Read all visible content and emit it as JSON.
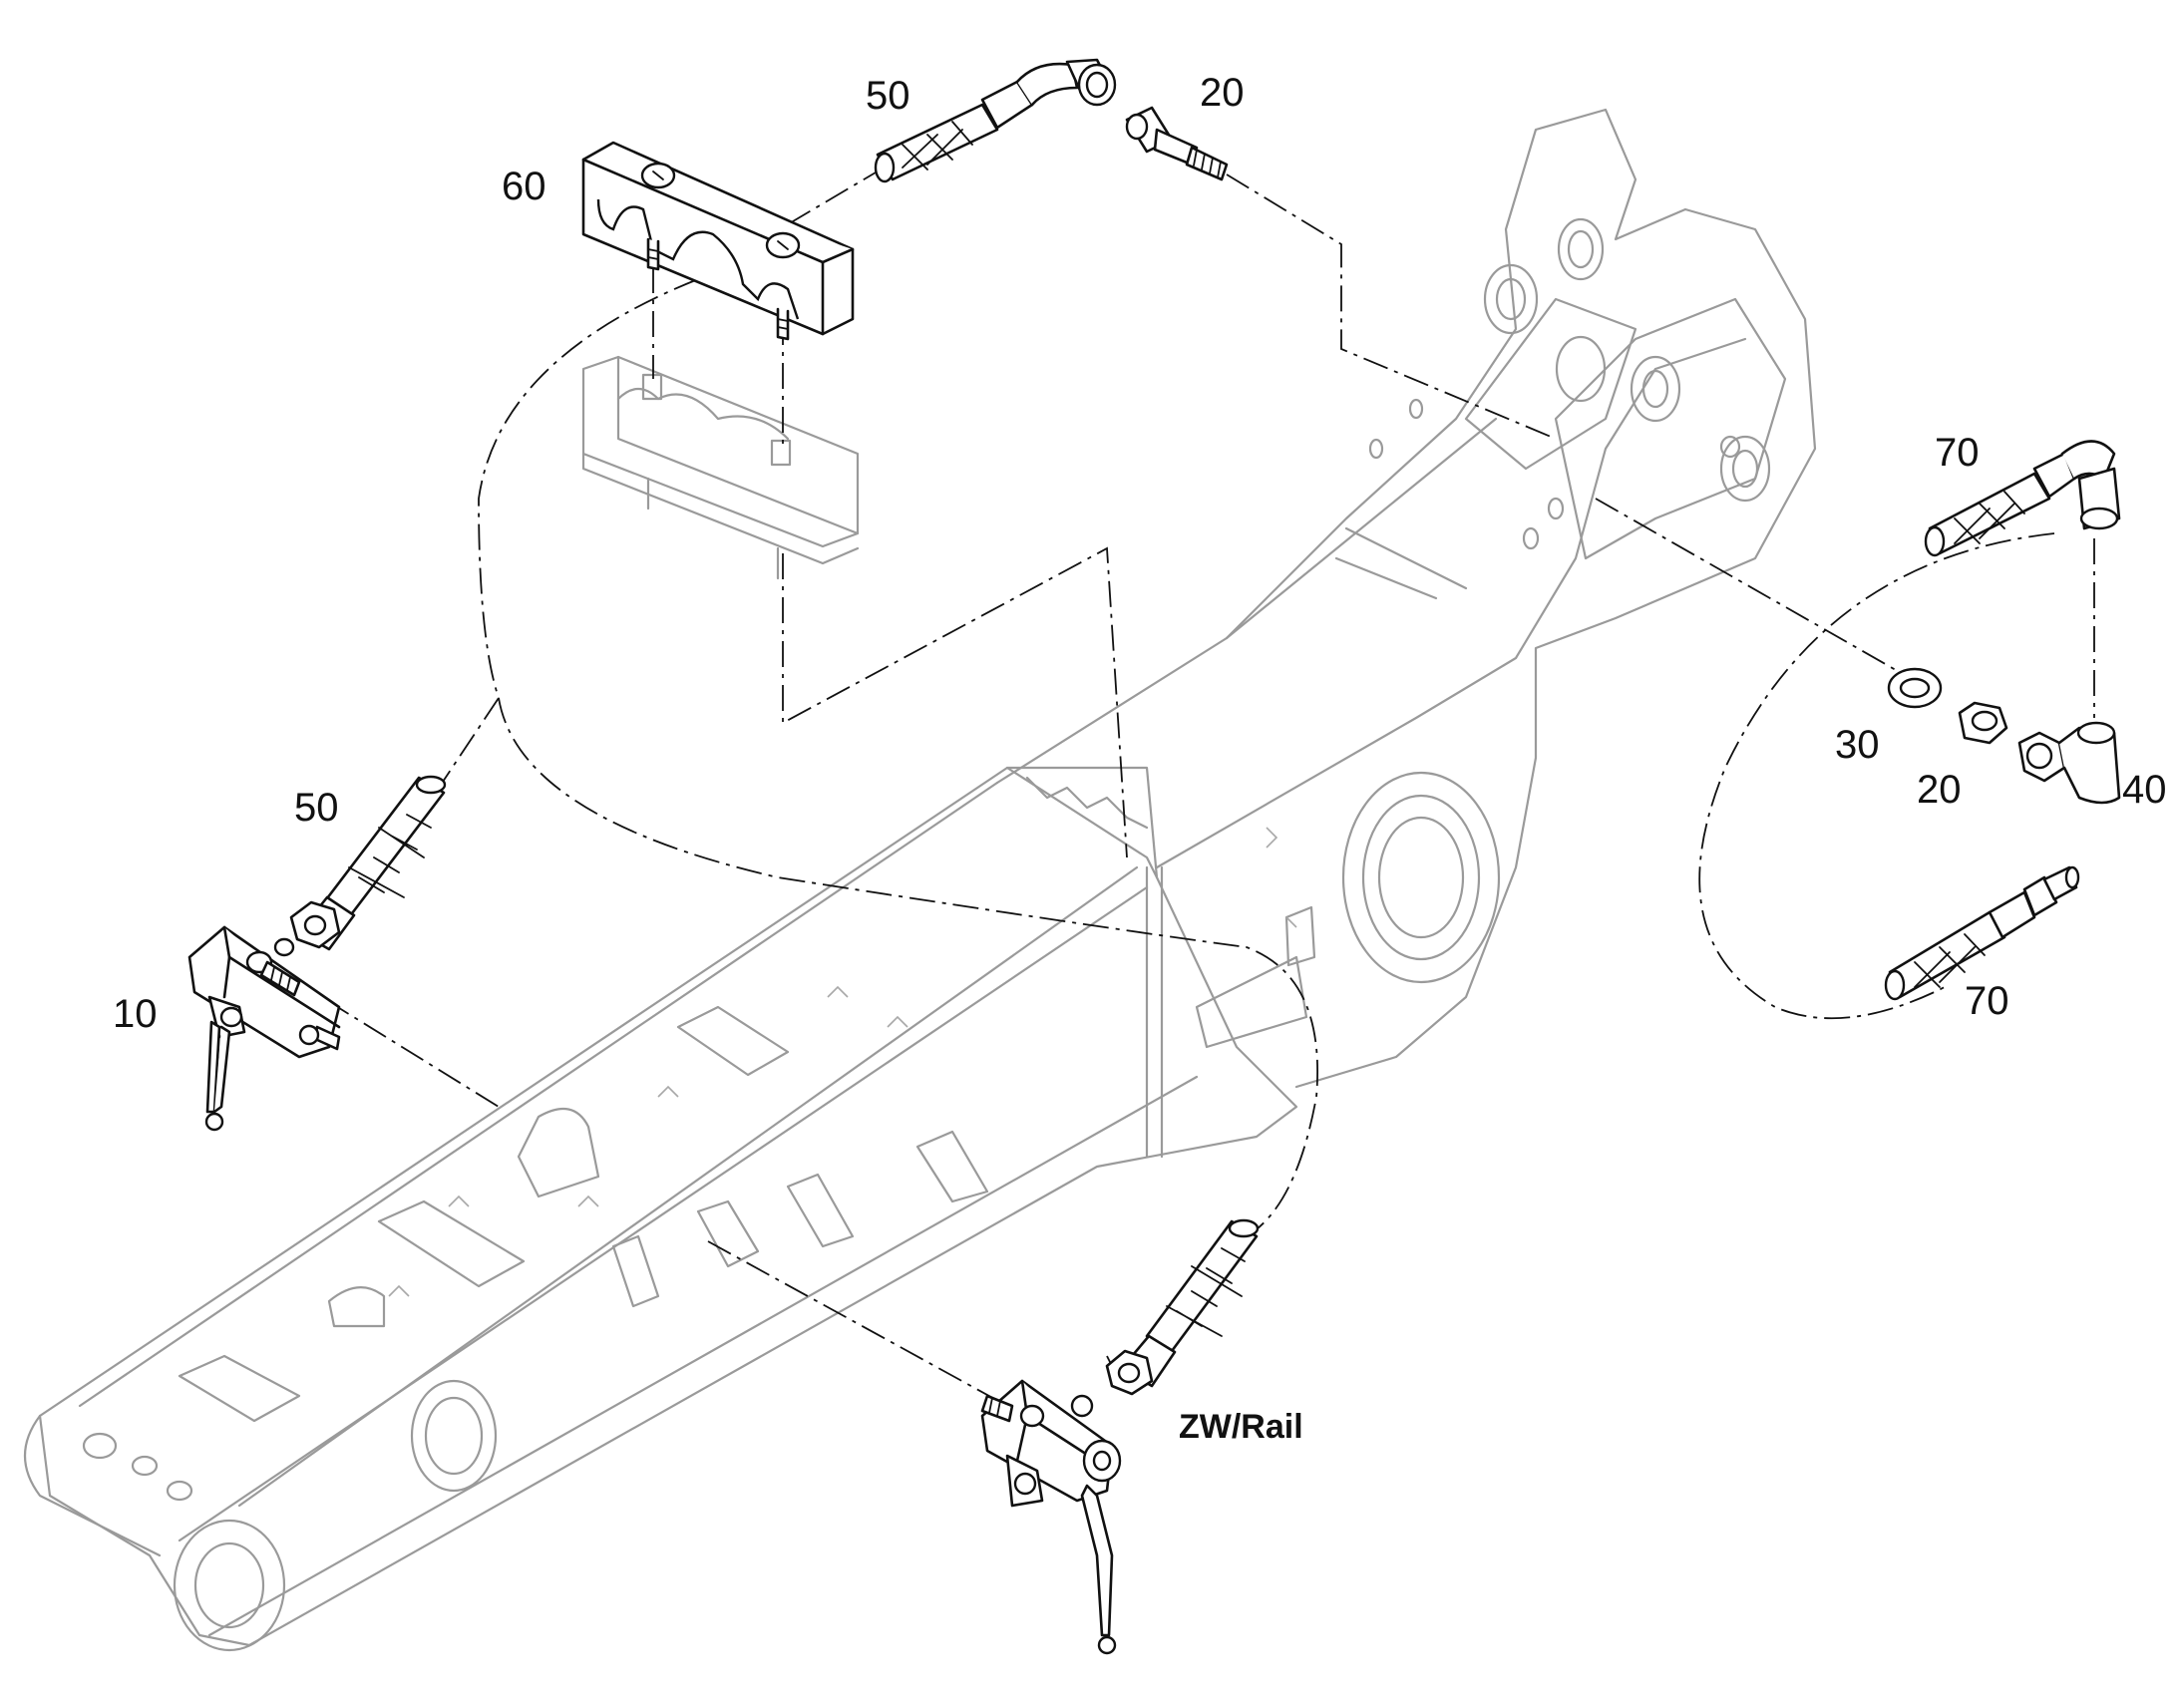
{
  "callouts": {
    "p50_top": "50",
    "p20_top": "20",
    "p60": "60",
    "p70_top": "70",
    "p30": "30",
    "p20_right": "20",
    "p40": "40",
    "p50_left": "50",
    "p70_bottom": "70",
    "p10": "10"
  },
  "variant_label": "ZW/Rail"
}
